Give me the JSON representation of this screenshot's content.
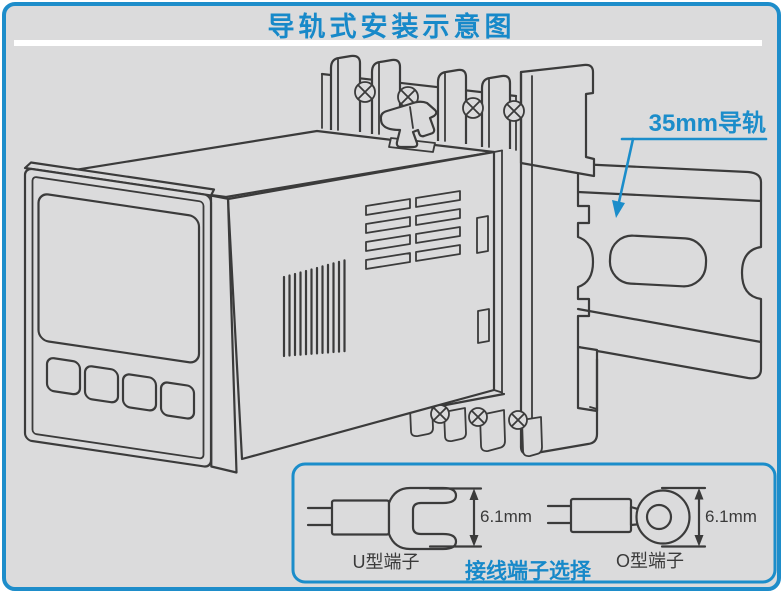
{
  "title": "导轨式安装示意图",
  "rail_annotation": {
    "label": "35mm导轨"
  },
  "inset": {
    "caption": "接线端子选择",
    "u_terminal": {
      "label": "U型端子",
      "dimension": "6.1mm"
    },
    "o_terminal": {
      "label": "O型端子",
      "dimension": "6.1mm"
    }
  },
  "colors": {
    "accent_blue": "#1b8dca",
    "title_blue": "#1789c9",
    "line_dark": "#3b3b3b",
    "panel_gray": "#dbdbdc",
    "outer_bg": "#ffffff",
    "divider_white": "#ffffff"
  },
  "icons": {
    "rail_pointer": "diagonal-arrow-down-left",
    "screw": "phillips-screw-cross",
    "dimension": "double-headed-vertical-arrow"
  }
}
